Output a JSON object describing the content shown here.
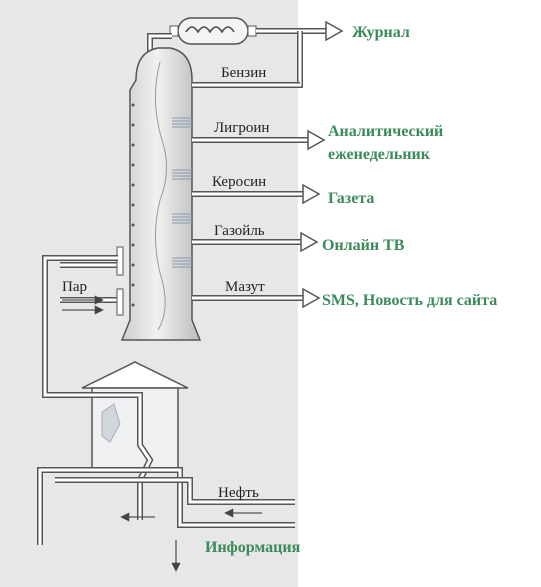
{
  "fractions": {
    "benzin": "Бензин",
    "ligroin": "Лигроин",
    "kerosin": "Керосин",
    "gazoil": "Газойль",
    "mazut": "Мазут"
  },
  "inputs": {
    "steam": "Пар",
    "oil": "Нефть"
  },
  "outputs": {
    "journal": "Журнал",
    "weekly_line1": "Аналитический",
    "weekly_line2": "еженедельник",
    "newspaper": "Газета",
    "online_tv": "Онлайн ТВ",
    "sms": "SMS, Новость для сайта",
    "information": "Информация"
  },
  "colors": {
    "accent_green": "#3b8a5a",
    "pipe_fill": "#ffffff",
    "pipe_stroke": "#555555",
    "background_panel": "#e7e7e7"
  }
}
